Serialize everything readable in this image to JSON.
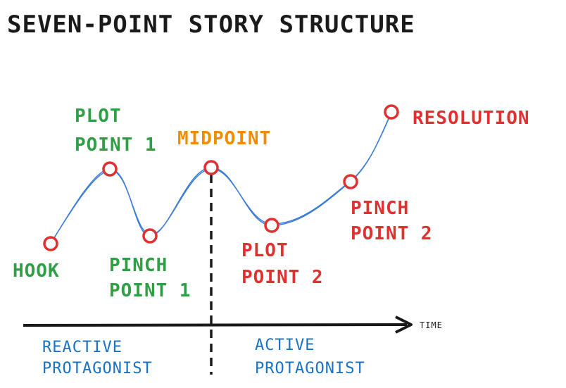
{
  "title": "SEVEN-POINT STORY STRUCTURE",
  "colors": {
    "ink": "#1a1a1a",
    "curve": "#3a7bd5",
    "marker": "#e03131",
    "green": "#2f9e44",
    "orange": "#f08c00",
    "red": "#e03131",
    "blue": "#1971c2"
  },
  "points": [
    {
      "id": "hook",
      "lines": [
        "HOOK"
      ]
    },
    {
      "id": "plot-point-1",
      "lines": [
        "PLOT",
        "POINT 1"
      ]
    },
    {
      "id": "pinch-point-1",
      "lines": [
        "PINCH",
        "POINT 1"
      ]
    },
    {
      "id": "midpoint",
      "lines": [
        "MIDPOINT"
      ]
    },
    {
      "id": "plot-point-2",
      "lines": [
        "PLOT",
        "POINT 2"
      ]
    },
    {
      "id": "pinch-point-2",
      "lines": [
        "PINCH",
        "POINT 2"
      ]
    },
    {
      "id": "resolution",
      "lines": [
        "RESOLUTION"
      ]
    }
  ],
  "time_axis": {
    "label": "TIME"
  },
  "phases": [
    {
      "id": "reactive",
      "lines": [
        "REACTIVE",
        "PROTAGONIST"
      ]
    },
    {
      "id": "active",
      "lines": [
        "ACTIVE",
        "PROTAGONIST"
      ]
    }
  ]
}
